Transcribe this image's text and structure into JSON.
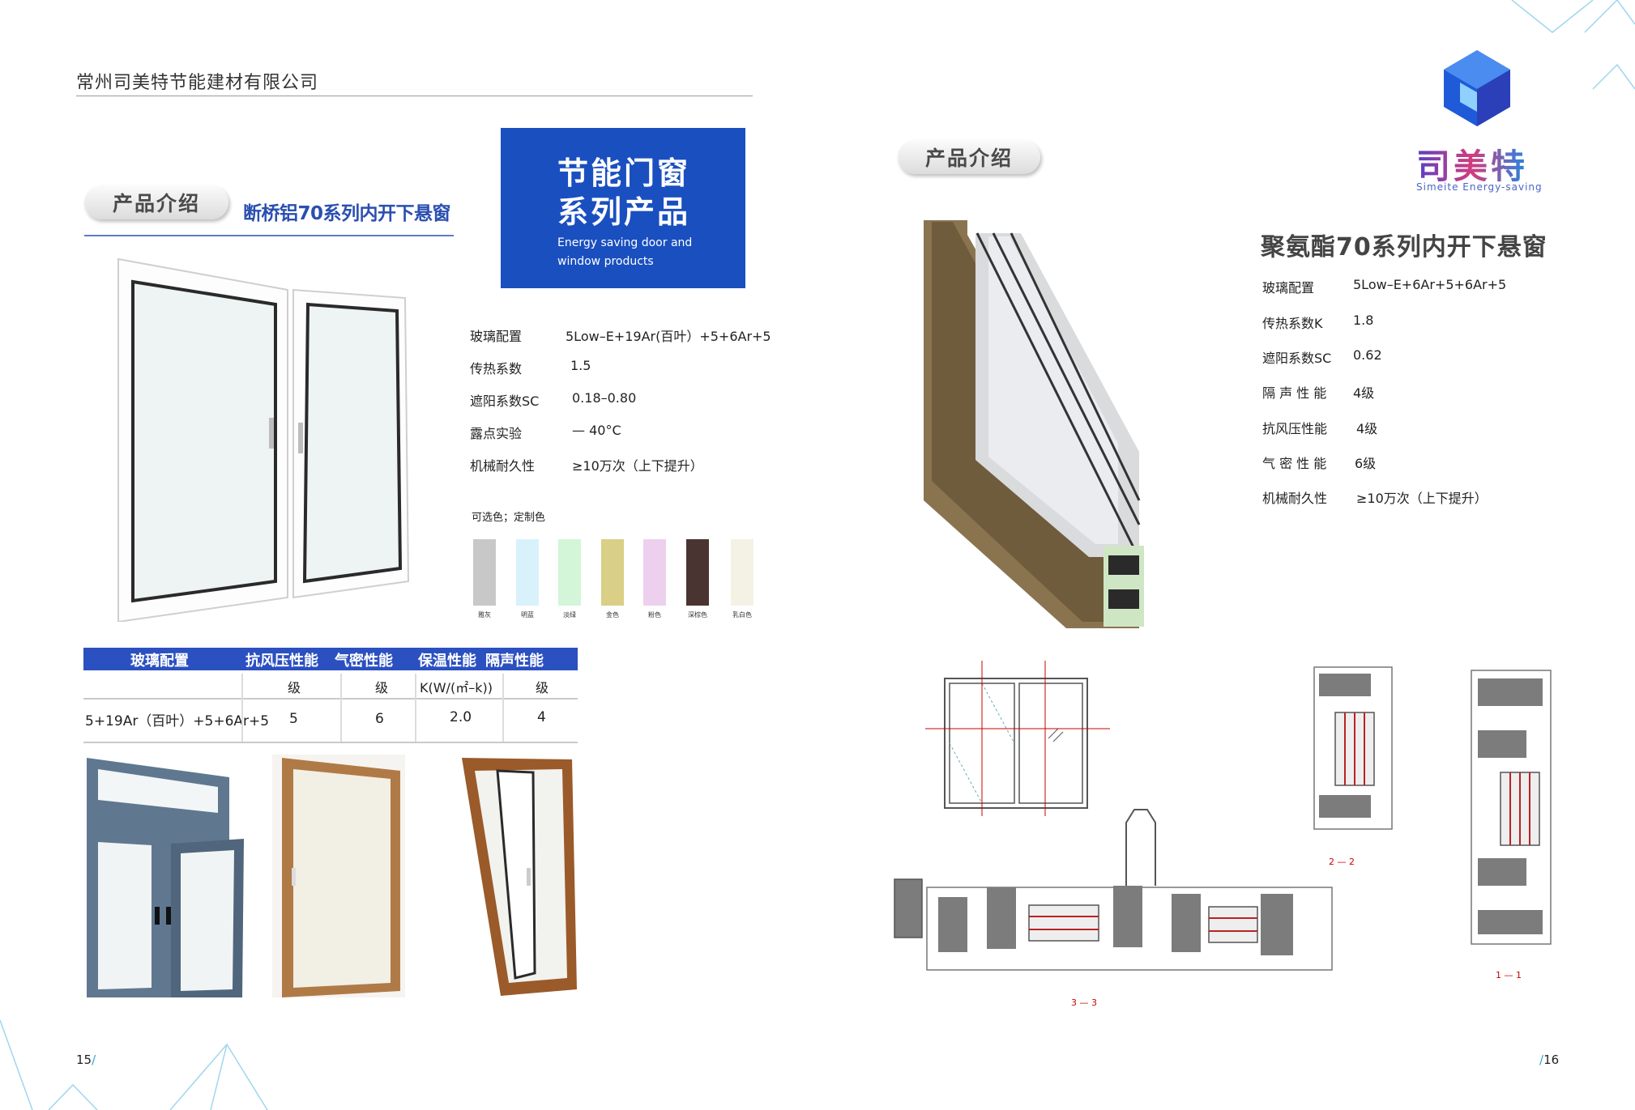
{
  "company": "常州司美特节能建材有限公司",
  "left": {
    "pill": "产品介绍",
    "series_title": "断桥铝70系列内开下悬窗",
    "promo": {
      "title_line1": "节能门窗",
      "title_line2": "系列产品",
      "en_line1": "Energy saving door and",
      "en_line2": "window products"
    },
    "specs": [
      {
        "k": "玻璃配置",
        "v": "5Low–E+19Ar(百叶）+5+6Ar+5"
      },
      {
        "k": "传热系数",
        "v": "1.5"
      },
      {
        "k": "遮阳系数SC",
        "v": "0.18–0.80"
      },
      {
        "k": "露点实验",
        "v": "— 40°C"
      },
      {
        "k": "机械耐久性",
        "v": "≥10万次（上下提升）"
      }
    ],
    "colors_label": "可选色；定制色",
    "colors": [
      {
        "name": "雅灰",
        "hex": "#c8c8c8"
      },
      {
        "name": "明蓝",
        "hex": "#d9f1fb"
      },
      {
        "name": "淡绿",
        "hex": "#d3f5d8"
      },
      {
        "name": "金色",
        "hex": "#d9cf86"
      },
      {
        "name": "粉色",
        "hex": "#ecd0ee"
      },
      {
        "name": "深棕色",
        "hex": "#4a3431"
      },
      {
        "name": "乳白色",
        "hex": "#f3f2e4"
      }
    ],
    "table": {
      "headers": [
        "玻璃配置",
        "抗风压性能",
        "气密性能",
        "保温性能",
        "隔声性能"
      ],
      "units": [
        "",
        "级",
        "级",
        "K(W/(㎡–k))",
        "级"
      ],
      "row": [
        "5+19Ar（百叶）+5+6Ar+5",
        "5",
        "6",
        "2.0",
        "4"
      ]
    },
    "page_number": "15",
    "page_slash": "/"
  },
  "right": {
    "pill": "产品介绍",
    "logo_cn": "司美特",
    "logo_en": "Simeite Energy-saving",
    "product_title": "聚氨酯70系列内开下悬窗",
    "specs": [
      {
        "k": "玻璃配置",
        "v": "5Low–E+6Ar+5+6Ar+5"
      },
      {
        "k": "传热系数K",
        "v": "1.8"
      },
      {
        "k": "遮阳系数SC",
        "v": "0.62"
      },
      {
        "k": "隔 声 性 能",
        "v": "4级"
      },
      {
        "k": "抗风压性能",
        "v": "4级"
      },
      {
        "k": "气 密 性 能",
        "v": "6级"
      },
      {
        "k": "机械耐久性",
        "v": "≥10万次（上下提升）"
      }
    ],
    "section_labels": {
      "s22": "2 — 2",
      "s11": "1 — 1",
      "s33": "3 — 3"
    },
    "page_number": "16",
    "page_slash": "/"
  }
}
